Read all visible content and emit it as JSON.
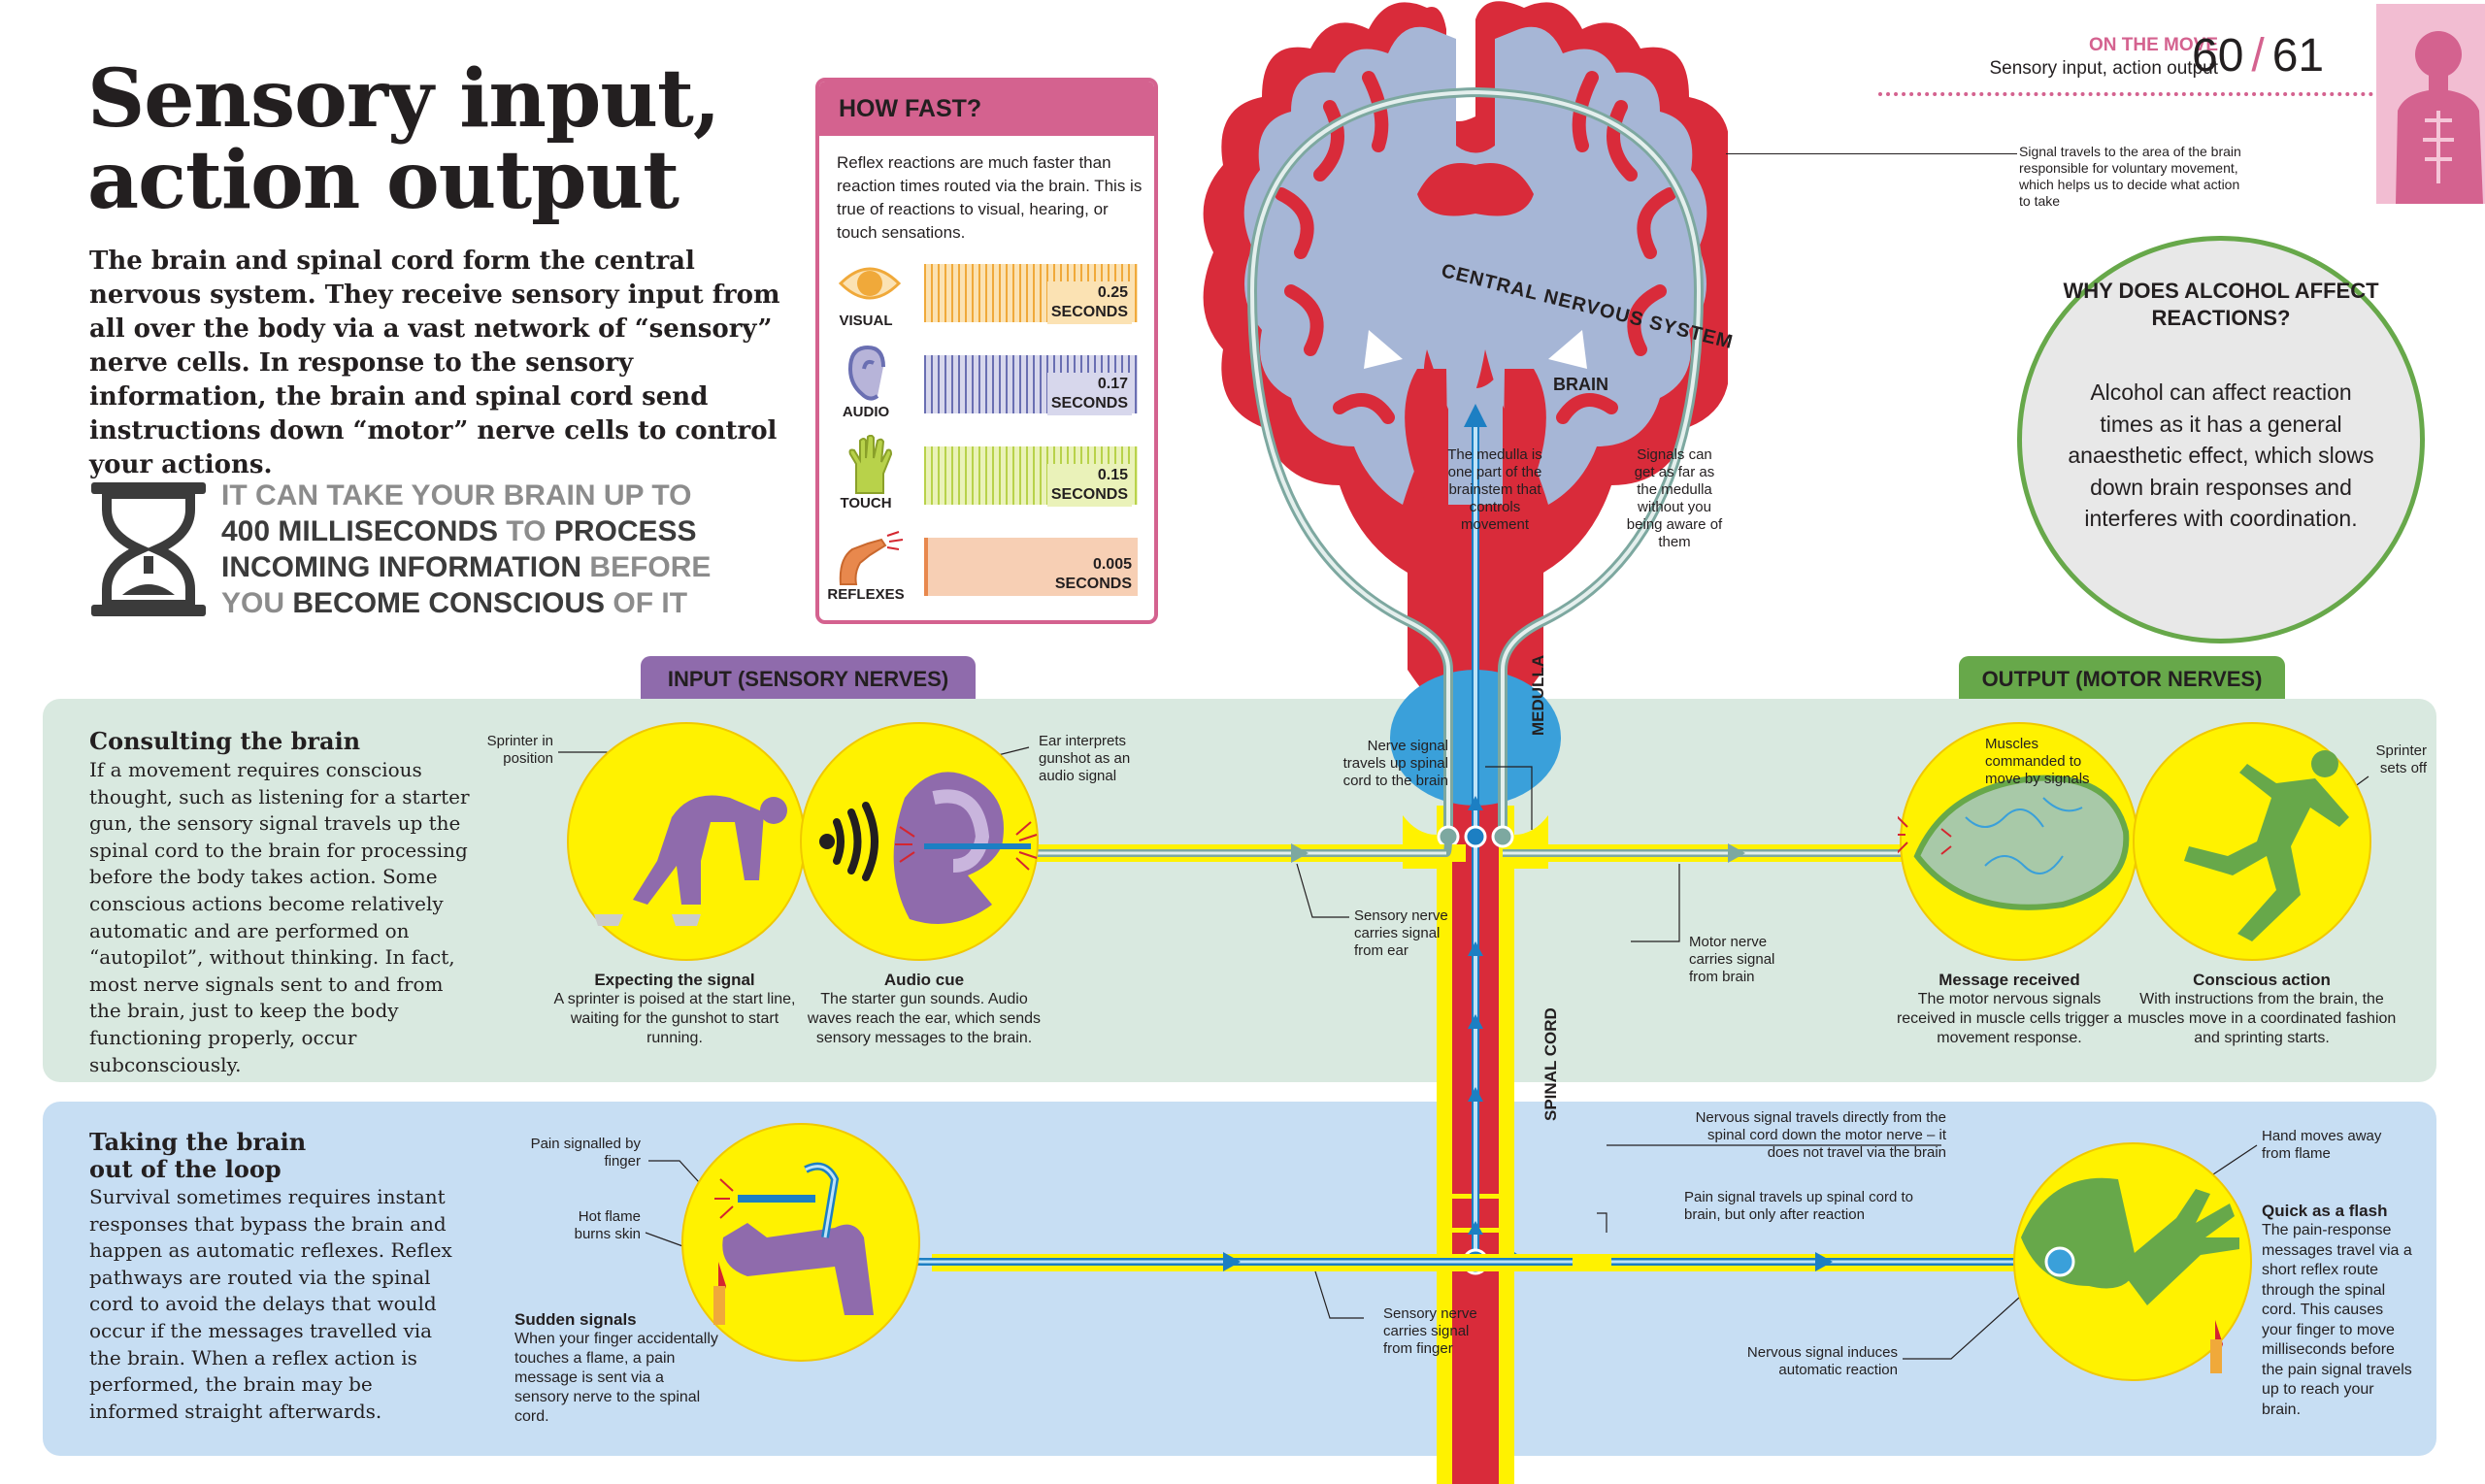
{
  "header": {
    "section": "ON THE MOVE",
    "subtitle": "Sensory input, action output",
    "page_left": "60",
    "page_sep": "/",
    "page_right": "61"
  },
  "title_line1": "Sensory input,",
  "title_line2": "action output",
  "intro": "The brain and spinal cord form the central nervous system. They receive sensory input from all over the body via a vast network of “sensory” nerve cells. In response to the sensory information, the brain and spinal cord send instructions down “motor” nerve cells to control your actions.",
  "fact": {
    "l1a": "IT CAN TAKE YOUR BRAIN UP TO",
    "l2a": "400 MILLISECONDS",
    "l2b": " TO ",
    "l2c": "PROCESS",
    "l3a": "INCOMING INFORMATION",
    "l3b": " BEFORE",
    "l4a": "YOU ",
    "l4b": "BECOME CONSCIOUS",
    "l4c": " OF IT"
  },
  "howfast": {
    "title": "HOW FAST?",
    "text": "Reflex reactions are much faster than reaction times routed via the brain. This is true of reactions to visual, hearing, or touch sensations.",
    "rows": [
      {
        "label": "VISUAL",
        "value": "0.25",
        "unit": "SECONDS",
        "color": "#f0a93a",
        "bg": "#fbe2b3"
      },
      {
        "label": "AUDIO",
        "value": "0.17",
        "unit": "SECONDS",
        "color": "#6a6fb2",
        "bg": "#d7d7ec"
      },
      {
        "label": "TOUCH",
        "value": "0.15",
        "unit": "SECONDS",
        "color": "#b8d24a",
        "bg": "#eaf2b9"
      },
      {
        "label": "REFLEXES",
        "value": "0.005",
        "unit": "SECONDS",
        "color": "#e8884d",
        "bg": "#f7cfb4"
      }
    ]
  },
  "cns_label": "CENTRAL NERVOUS SYSTEM",
  "brain_label": "BRAIN",
  "medulla_label": "MEDULLA",
  "spinal_label": "SPINAL CORD",
  "medulla_note": "The medulla is one part of the brainstem that controls movement",
  "signals_note": "Signals can get as far as the medulla without you being aware of them",
  "voluntary_note": "Signal travels to the area of the brain responsible for voluntary movement, which helps us to decide what action to take",
  "alcohol": {
    "title": "WHY DOES ALCOHOL AFFECT REACTIONS?",
    "text": "Alcohol can affect reaction times as it has a general anaesthetic effect, which slows down brain responses and interferes with coordination."
  },
  "input_tab": "INPUT (SENSORY NERVES)",
  "output_tab": "OUTPUT (MOTOR NERVES)",
  "consult": {
    "heading": "Consulting the brain",
    "text": "If a movement requires conscious thought, such as listening for a starter gun, the sensory signal travels up the spinal cord to the brain for processing before the body takes action. Some conscious actions become relatively automatic and are performed on “autopilot”, without thinking. In fact, most nerve signals sent to and from the brain, just to keep the body functioning properly, occur subconsciously."
  },
  "loop": {
    "heading": "Taking the brain out of the loop",
    "text": "Survival sometimes requires instant responses that bypass the brain and happen as automatic reflexes. Reflex pathways are routed via the spinal cord to avoid the delays that would occur if the messages travelled via the brain. When a reflex action is performed, the brain may be informed straight afterwards."
  },
  "top_row": {
    "sprinter_in_position": "Sprinter in position",
    "ear_interprets": "Ear interprets gunshot as an audio signal",
    "nerve_up": "Nerve signal travels up spinal cord to the brain",
    "sensory_ear": "Sensory nerve carries signal from ear",
    "motor_brain": "Motor nerve carries signal from brain",
    "muscles": "Muscles commanded to move by signals",
    "sprinter_off": "Sprinter sets off",
    "c1_h": "Expecting the signal",
    "c1_t": "A sprinter is poised at the start line, waiting for the gunshot to start running.",
    "c2_h": "Audio cue",
    "c2_t": "The starter gun sounds. Audio waves reach the ear, which sends sensory messages to the brain.",
    "c3_h": "Message received",
    "c3_t": "The motor nervous signals received in muscle cells trigger a movement response.",
    "c4_h": "Conscious action",
    "c4_t": "With instructions from the brain, the muscles move in a coordinated fashion and sprinting starts."
  },
  "bottom_row": {
    "pain_finger": "Pain signalled by finger",
    "hot_flame": "Hot flame burns skin",
    "sudden_h": "Sudden signals",
    "sudden_t": "When your finger accidentally touches a flame, a pain message is sent via a sensory nerve to the spinal cord.",
    "sensory_finger": "Sensory nerve carries signal from finger",
    "direct": "Nervous signal travels directly from the spinal cord down the motor nerve – it does not travel via the brain",
    "pain_up": "Pain signal travels up spinal cord to brain, but only after reaction",
    "induces": "Nervous signal induces automatic reaction",
    "hand_moves": "Hand moves away from flame",
    "quick_h": "Quick as a flash",
    "quick_t": "The pain-response messages travel via a short reflex route through the spinal cord. This causes your finger to move milliseconds before the pain signal travels up to reach your brain."
  }
}
